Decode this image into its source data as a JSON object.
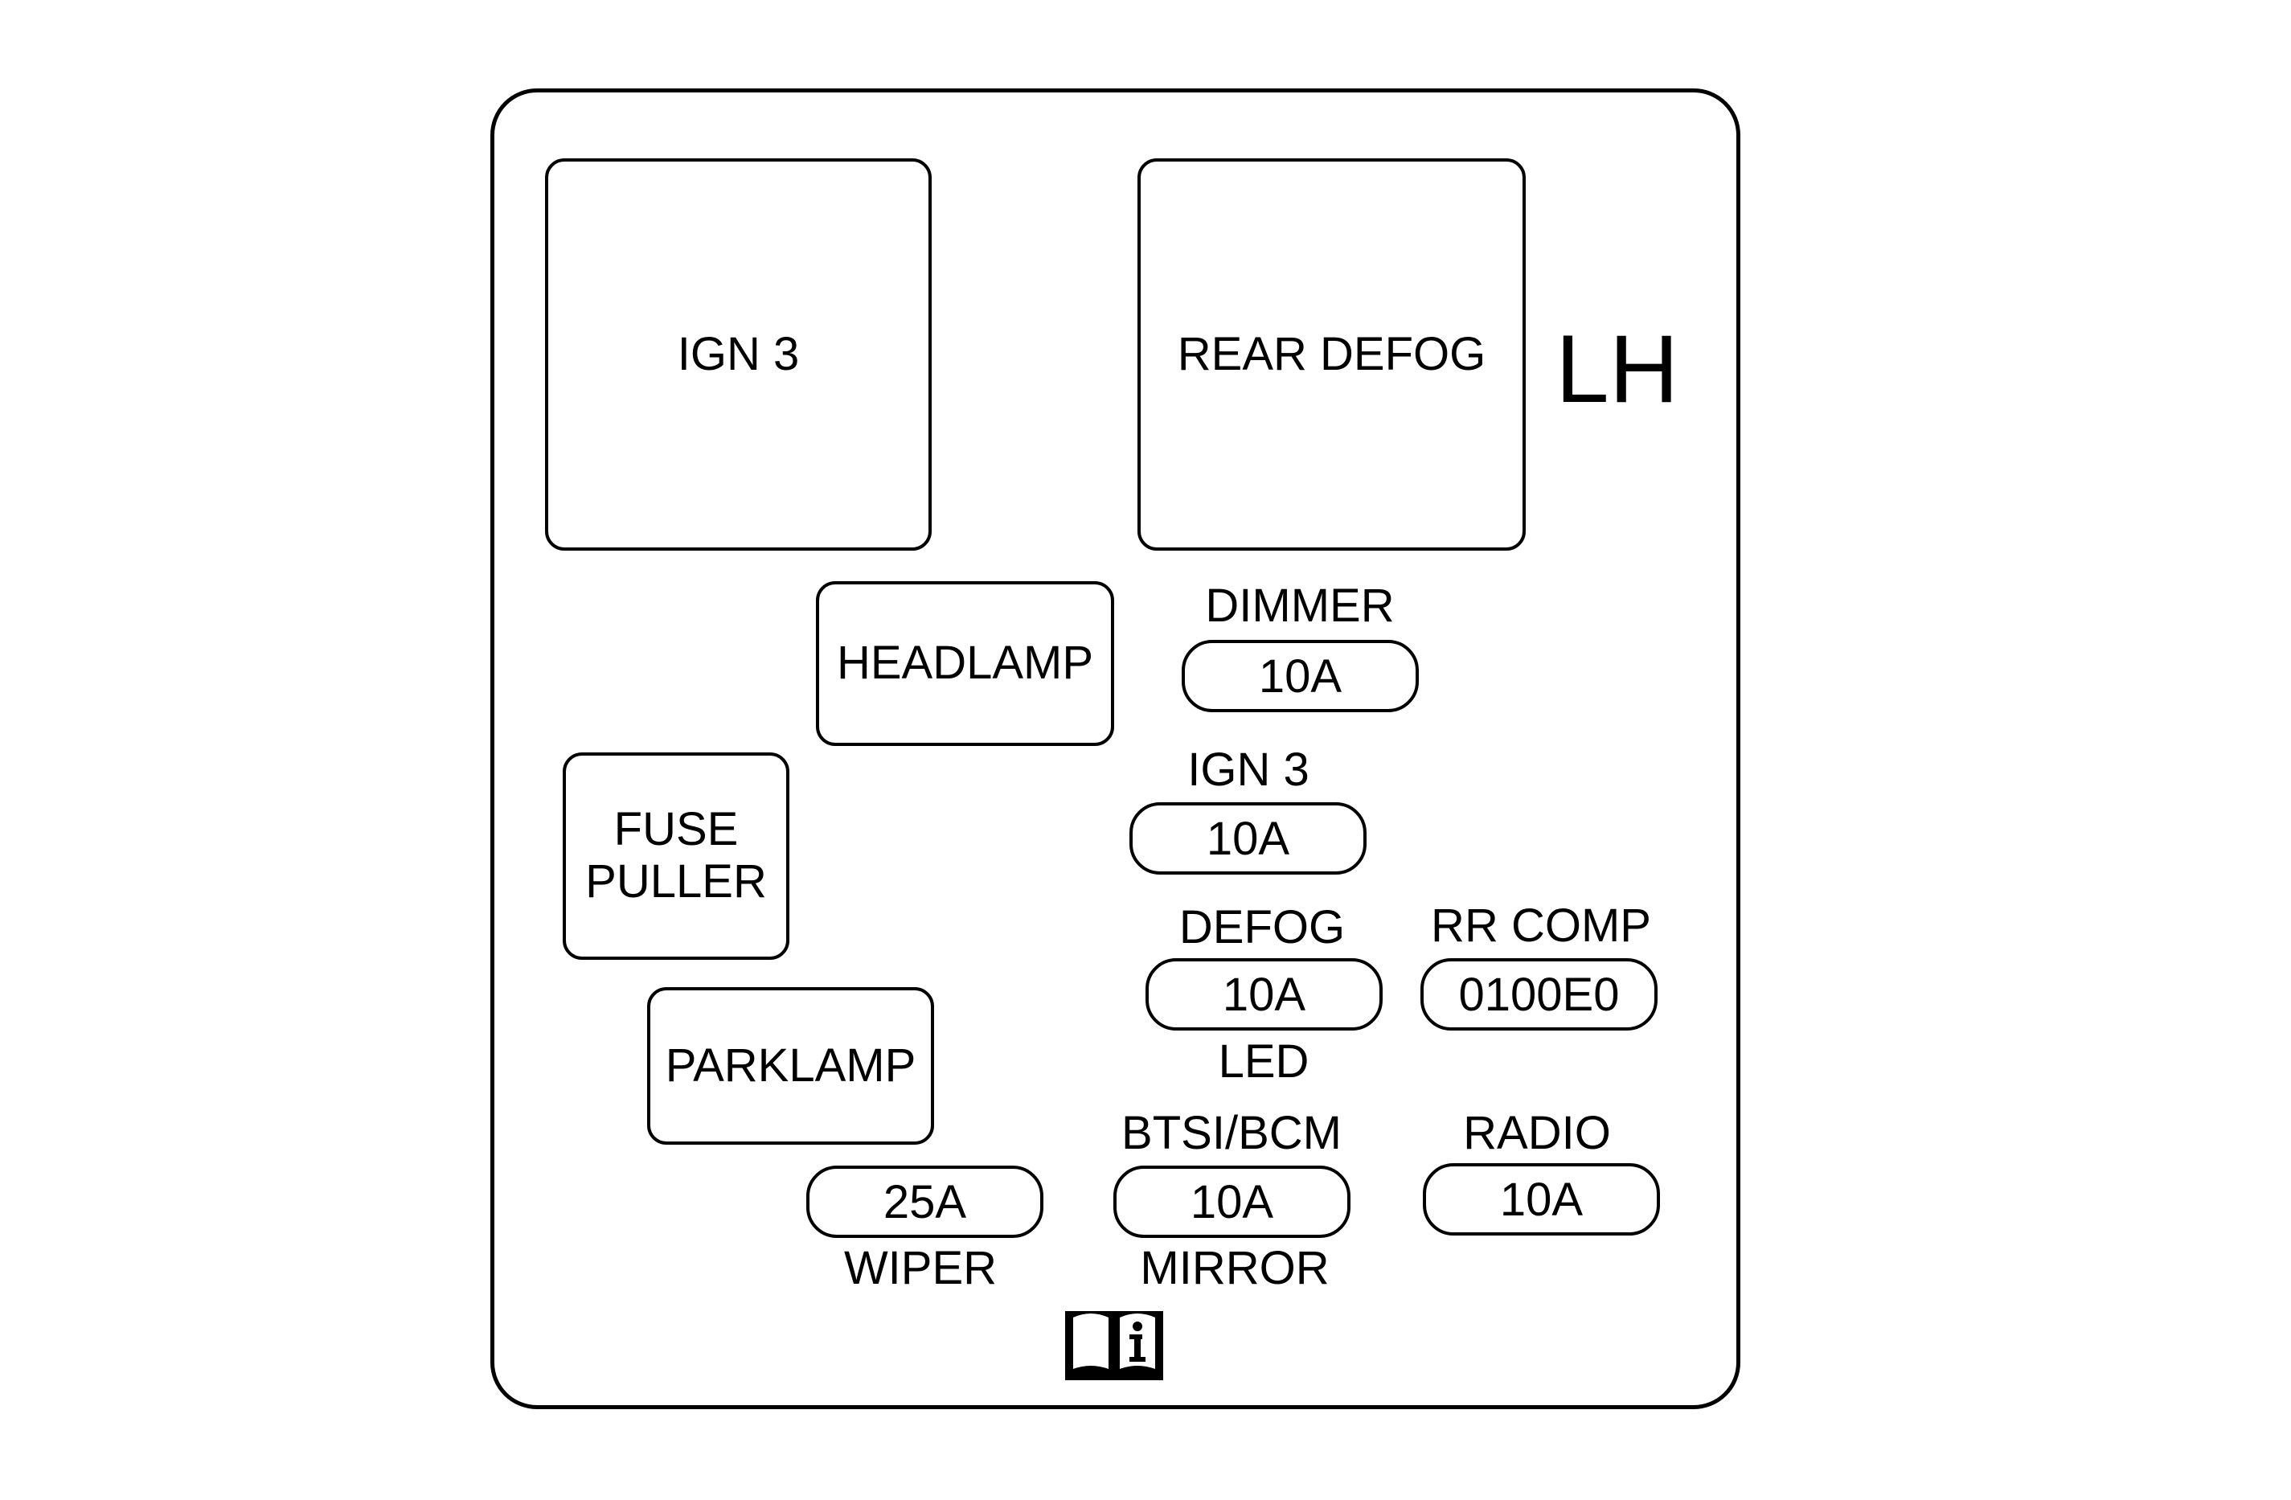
{
  "side_label": "LH",
  "relays": {
    "ign3": "IGN 3",
    "rear_defog": "REAR DEFOG",
    "headlamp": "HEADLAMP",
    "fuse_puller_line1": "FUSE",
    "fuse_puller_line2": "PULLER",
    "parklamp": "PARKLAMP"
  },
  "fuses": {
    "dimmer": {
      "label": "DIMMER",
      "rating": "10A"
    },
    "ign3": {
      "label": "IGN 3",
      "rating": "10A"
    },
    "defog": {
      "label": "DEFOG",
      "rating": "10A",
      "sub_label": "LED"
    },
    "rr_comp": {
      "label": "RR COMP",
      "rating": "0100E0"
    },
    "btsi_bcm": {
      "label": "BTSI/BCM",
      "rating": "10A",
      "sub_label": "MIRROR"
    },
    "radio": {
      "label": "RADIO",
      "rating": "10A"
    },
    "wiper": {
      "rating": "25A",
      "sub_label": "WIPER"
    }
  },
  "icons": {
    "manual": "owner-manual-info-icon"
  }
}
